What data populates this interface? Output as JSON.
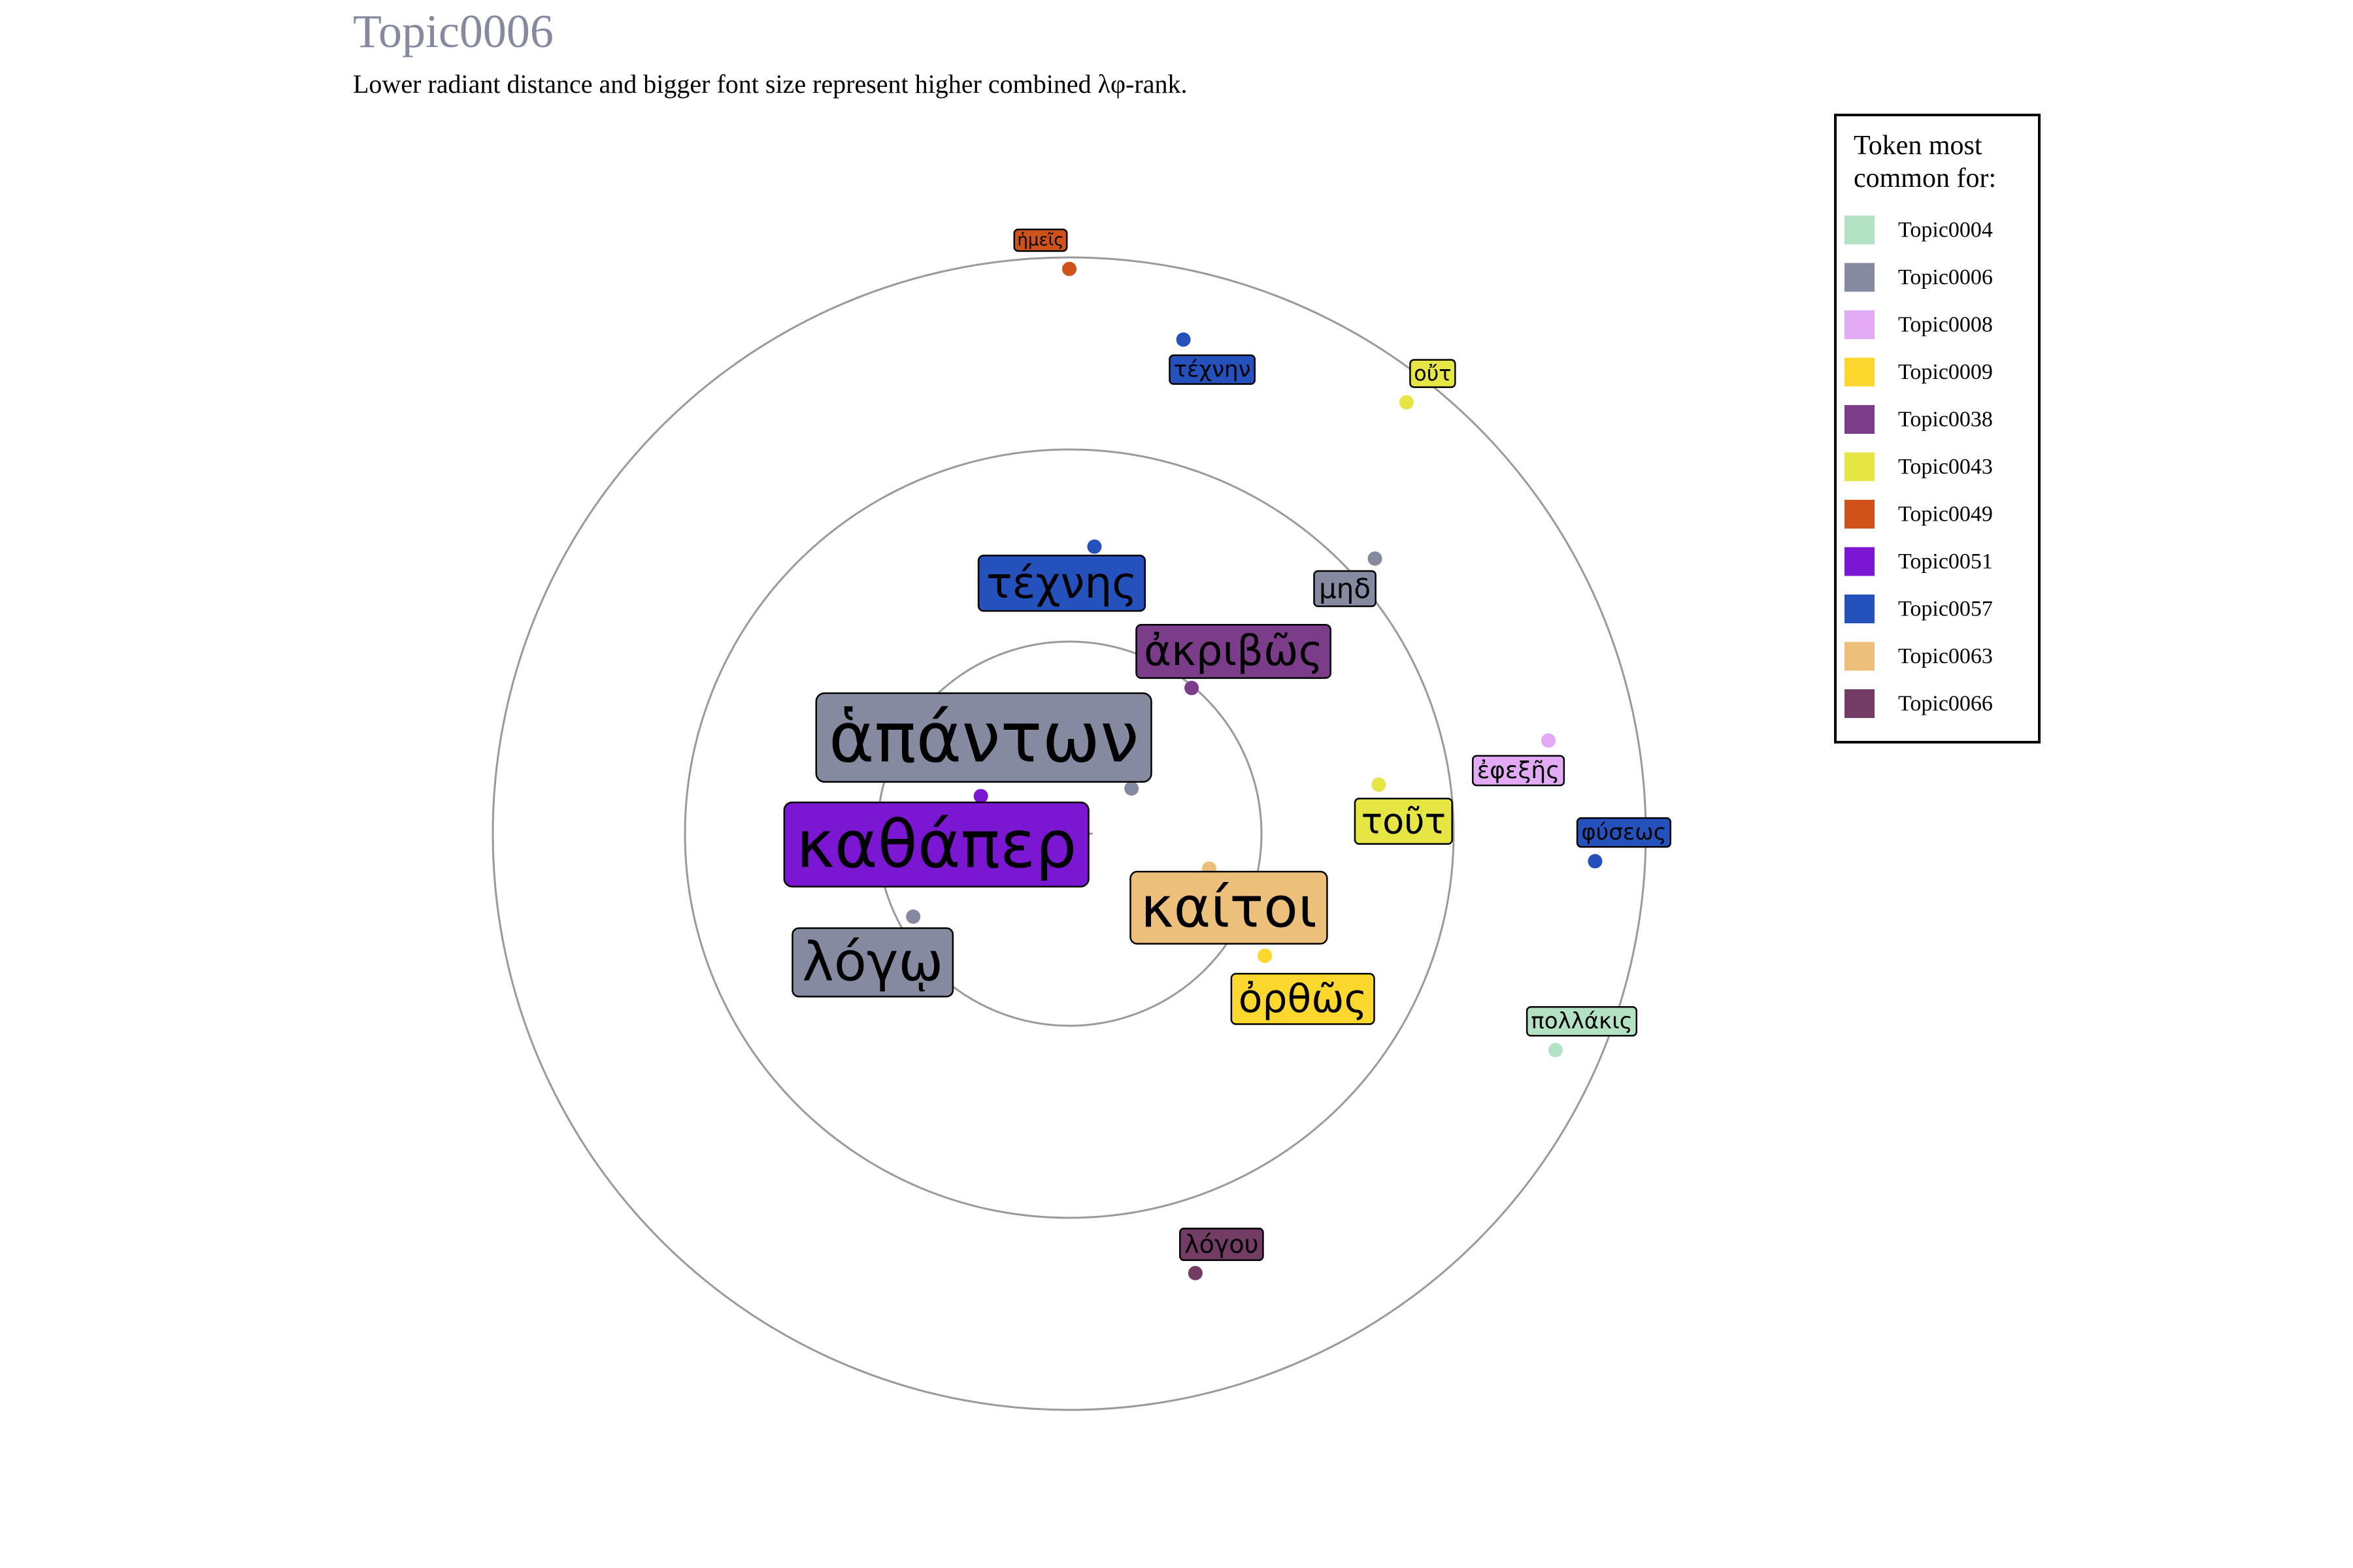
{
  "chart_data": {
    "type": "scatter",
    "title": "Topic0006",
    "subtitle": "Lower radiant distance and bigger font size represent higher combined λφ-rank.",
    "legend": {
      "title_lines": [
        "Token most",
        "common for:"
      ],
      "placement": "right",
      "entries": [
        {
          "name": "Topic0004",
          "color": "#b3e2c3"
        },
        {
          "name": "Topic0006",
          "color": "#868aa0"
        },
        {
          "name": "Topic0008",
          "color": "#e2a9f5"
        },
        {
          "name": "Topic0009",
          "color": "#fcd82e"
        },
        {
          "name": "Topic0038",
          "color": "#7b3c8a"
        },
        {
          "name": "Topic0043",
          "color": "#e5e543"
        },
        {
          "name": "Topic0049",
          "color": "#ce5219"
        },
        {
          "name": "Topic0051",
          "color": "#7b16d2"
        },
        {
          "name": "Topic0057",
          "color": "#2451bb"
        },
        {
          "name": "Topic0063",
          "color": "#ecc07a"
        },
        {
          "name": "Topic0066",
          "color": "#733c65"
        }
      ]
    },
    "axis": {
      "rings": [
        1,
        2,
        3
      ],
      "rlim": [
        0,
        3
      ]
    },
    "points": [
      {
        "token": "ἁπάντων",
        "topic": "Topic0006",
        "angle_deg": 54,
        "r": 0.4,
        "font_size": 106
      },
      {
        "token": "καθάπερ",
        "topic": "Topic0051",
        "angle_deg": 293,
        "r": 0.5,
        "font_size": 100
      },
      {
        "token": "καίτοι",
        "topic": "Topic0063",
        "angle_deg": 104,
        "r": 0.75,
        "font_size": 86
      },
      {
        "token": "λόγῳ",
        "topic": "Topic0006",
        "angle_deg": 242,
        "r": 0.92,
        "font_size": 82
      },
      {
        "token": "τέχνης",
        "topic": "Topic0057",
        "angle_deg": 5,
        "r": 1.5,
        "font_size": 66
      },
      {
        "token": "ἀκριβῶς",
        "topic": "Topic0038",
        "angle_deg": 40,
        "r": 0.99,
        "font_size": 64
      },
      {
        "token": "ὀρθῶς",
        "topic": "Topic0009",
        "angle_deg": 122,
        "r": 1.2,
        "font_size": 60
      },
      {
        "token": "τοῦτ",
        "topic": "Topic0043",
        "angle_deg": 81,
        "r": 1.63,
        "font_size": 54
      },
      {
        "token": "μηδ",
        "topic": "Topic0006",
        "angle_deg": 48,
        "r": 2.14,
        "font_size": 42
      },
      {
        "token": "ἐφεξῆς",
        "topic": "Topic0008",
        "angle_deg": 79,
        "r": 2.54,
        "font_size": 36
      },
      {
        "token": "φύσεως",
        "topic": "Topic0057",
        "angle_deg": 93,
        "r": 2.74,
        "font_size": 34
      },
      {
        "token": "πολλάκις",
        "topic": "Topic0004",
        "angle_deg": 114,
        "r": 2.77,
        "font_size": 34
      },
      {
        "token": "οὔτ",
        "topic": "Topic0043",
        "angle_deg": 38,
        "r": 2.85,
        "font_size": 32
      },
      {
        "token": "λόγου",
        "topic": "Topic0066",
        "angle_deg": 164,
        "r": 2.38,
        "font_size": 38
      },
      {
        "token": "τέχνην",
        "topic": "Topic0057",
        "angle_deg": 13,
        "r": 2.64,
        "font_size": 34
      },
      {
        "token": "ἡμεῖς",
        "topic": "Topic0049",
        "angle_deg": 0,
        "r": 2.94,
        "font_size": 26
      }
    ]
  }
}
